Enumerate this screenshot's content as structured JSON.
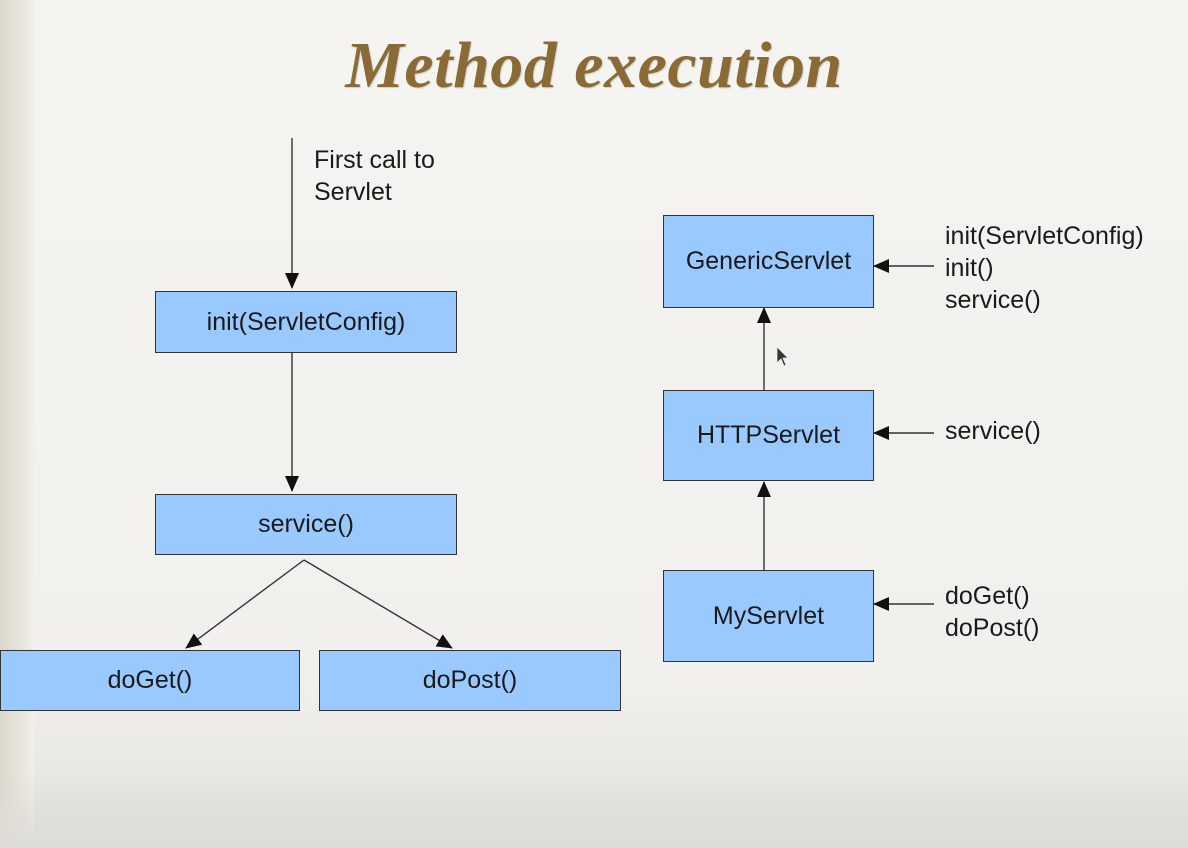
{
  "slide": {
    "title": "Method execution"
  },
  "left_flow": {
    "entry_label_line1": "First call to",
    "entry_label_line2": "Servlet",
    "init_box": "init(ServletConfig)",
    "service_box": "service()",
    "doget_box": "doGet()",
    "dopost_box": "doPost()"
  },
  "hierarchy": {
    "generic_box": "GenericServlet",
    "http_box": "HTTPServlet",
    "my_box": "MyServlet",
    "generic_methods": [
      "init(ServletConfig)",
      "init()",
      "service()"
    ],
    "http_methods": [
      "service()"
    ],
    "my_methods": [
      "doGet()",
      "doPost()"
    ]
  },
  "colors": {
    "box_fill": "#99c9ff",
    "title": "#8a6a35",
    "line": "#333333"
  }
}
